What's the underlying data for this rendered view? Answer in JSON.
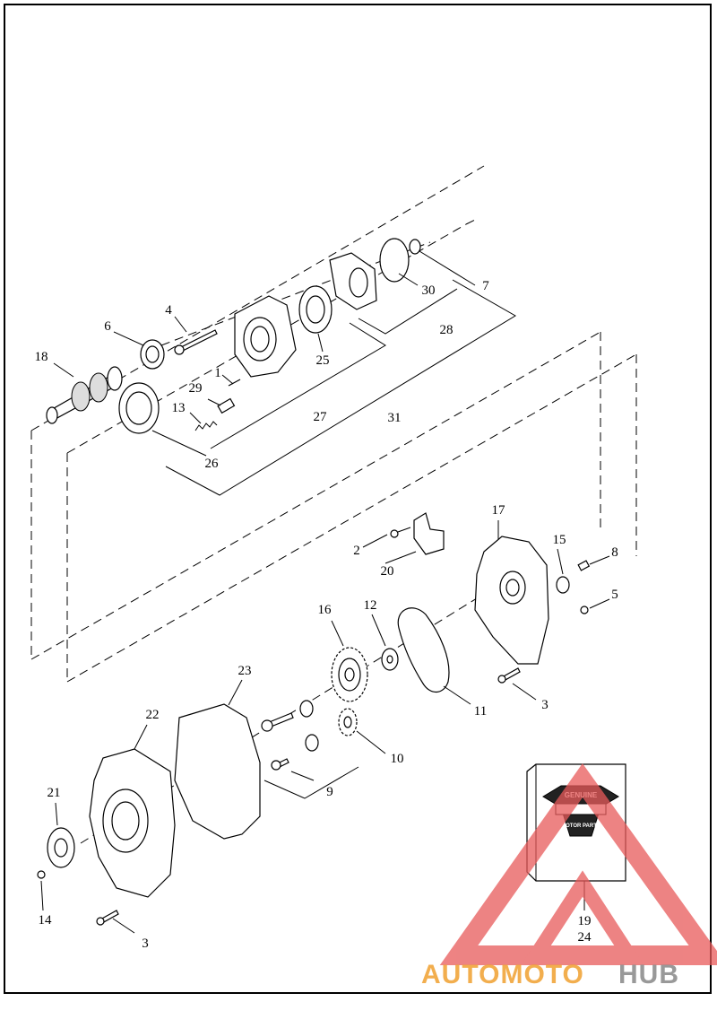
{
  "callouts": {
    "c1": "1",
    "c2": "2",
    "c3a": "3",
    "c3b": "3",
    "c4": "4",
    "c5": "5",
    "c6": "6",
    "c7": "7",
    "c8": "8",
    "c9": "9",
    "c10": "10",
    "c11": "11",
    "c12": "12",
    "c13": "13",
    "c14": "14",
    "c15": "15",
    "c16": "16",
    "c17": "17",
    "c18": "18",
    "c19": "19",
    "c20": "20",
    "c21": "21",
    "c22": "22",
    "c23": "23",
    "c24": "24",
    "c25": "25",
    "c26": "26",
    "c27": "27",
    "c28": "28",
    "c29": "29",
    "c30": "30",
    "c31": "31"
  },
  "logo": {
    "line1": "GENUINE",
    "line2": "MOTOR PARTS"
  },
  "watermark": {
    "part1": "AUTOMOTO",
    "part2": "HUB",
    "color_red": "#e85a5a",
    "color_orange": "#f0a030",
    "color_gray": "#888888"
  }
}
